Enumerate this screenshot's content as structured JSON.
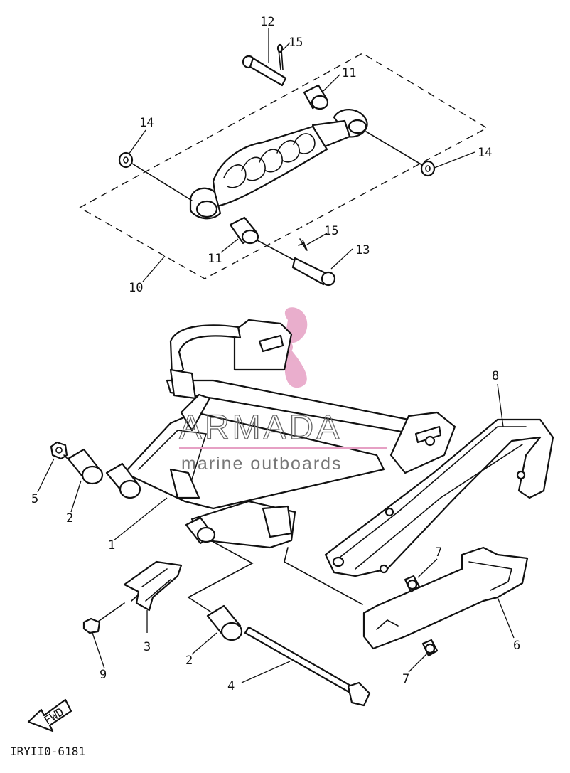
{
  "diagram_code": "IRYII0-6181",
  "fwd_arrow_label": "FWD",
  "watermark": {
    "brand": "ARMADA",
    "tagline": "marine outboards",
    "logo_color": "#e6a0c4"
  },
  "callouts": {
    "p1": "1",
    "p2a": "2",
    "p2b": "2",
    "p3": "3",
    "p4": "4",
    "p5": "5",
    "p6": "6",
    "p7a": "7",
    "p7b": "7",
    "p8": "8",
    "p9": "9",
    "p10": "10",
    "p11a": "11",
    "p11b": "11",
    "p12": "12",
    "p13": "13",
    "p14a": "14",
    "p14b": "14",
    "p15a": "15",
    "p15b": "15"
  }
}
